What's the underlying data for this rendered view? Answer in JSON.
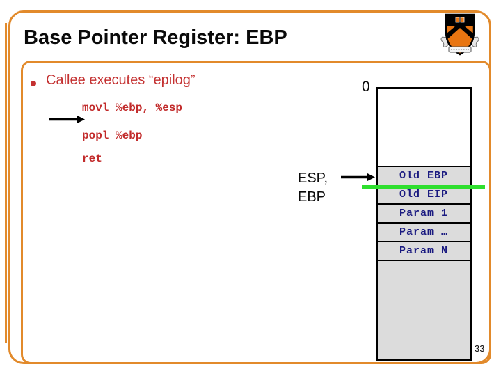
{
  "slide": {
    "title": "Base Pointer Register: EBP",
    "page_number": "33",
    "body": {
      "bullet_text": "Callee executes “epilog”",
      "code_lines": [
        "movl %ebp, %esp",
        "popl %ebp",
        "ret"
      ]
    },
    "diagram": {
      "address_label": "0",
      "pointer_labels": [
        "ESP,",
        "EBP"
      ],
      "cells": [
        "Old EBP",
        "Old EIP",
        "Param 1",
        "Param …",
        "Param N"
      ]
    },
    "icons": {
      "code_arrow": "arrow-right",
      "stack_pointer_arrow": "arrow-right",
      "logo": "princeton-shield"
    },
    "colors": {
      "frame_orange": "#E28A2B",
      "text_red": "#C43131",
      "code_red": "#C22B2B",
      "cell_text_navy": "#1A1A80",
      "cell_bg_gray": "#DCDCDC",
      "highlight_green": "#2EDF2E",
      "shield_orange": "#E87511"
    }
  }
}
